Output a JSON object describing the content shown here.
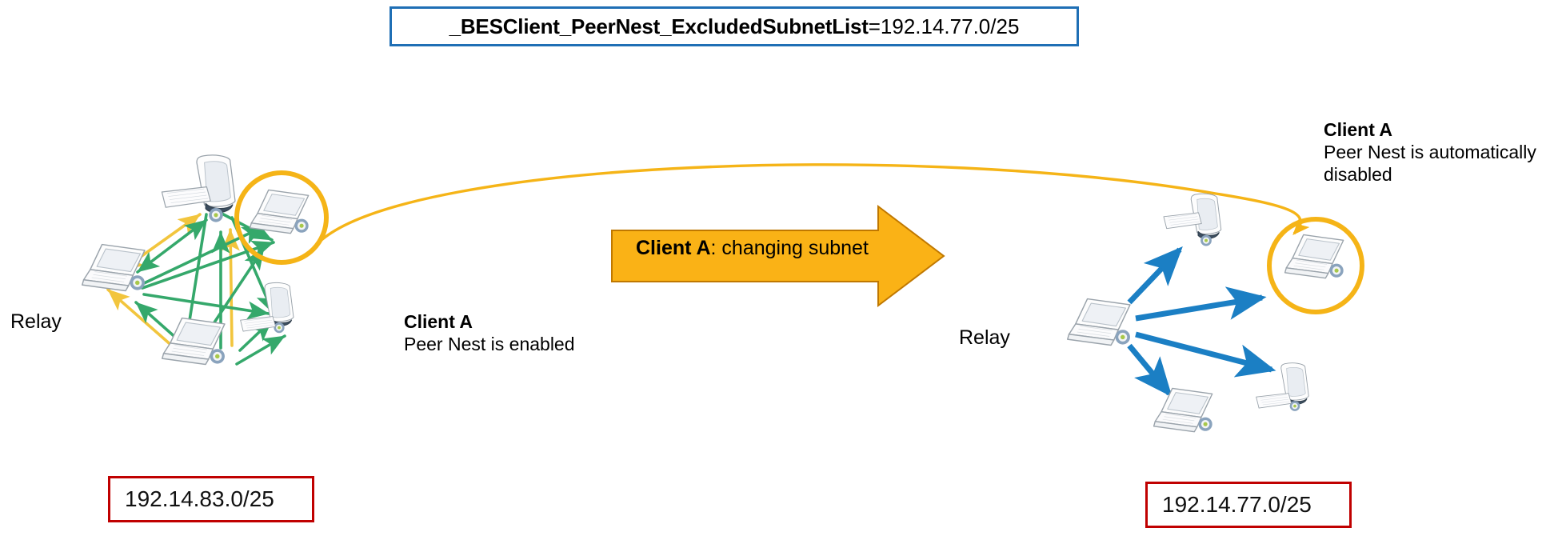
{
  "title": {
    "key": "_BESClient_PeerNest_ExcludedSubnetList",
    "equals": " = ",
    "value": "192.14.77.0/25",
    "border_color": "#1F6FB5"
  },
  "left_network": {
    "relay_label": "Relay",
    "subnet": "192.14.83.0/25",
    "subnet_border_color": "#C00000",
    "callout": {
      "heading": "Client A",
      "body": "Peer Nest is enabled"
    },
    "highlight_circle_color": "#F5B417",
    "peer_link_color": "#35A86B",
    "relay_link_color": "#F2C53D",
    "topology": "mesh",
    "device_count": 6
  },
  "transition": {
    "arrow_color": "#FAB216",
    "arrow_border_color": "#C07800",
    "label_bold": "Client A",
    "label_rest": ": changing subnet",
    "curve_color": "#F5B417"
  },
  "right_network": {
    "relay_label": "Relay",
    "subnet": "192.14.77.0/25",
    "subnet_border_color": "#C00000",
    "callout": {
      "heading": "Client A",
      "body": "Peer Nest is automatically disabled"
    },
    "highlight_circle_color": "#F5B417",
    "relay_link_color": "#1B7FC4",
    "topology": "star",
    "device_count": 5
  },
  "icons": {
    "laptop": "laptop-icon",
    "desktop": "desktop-icon",
    "keyboard": "keyboard-icon",
    "status_dot": "status-dot-icon"
  }
}
